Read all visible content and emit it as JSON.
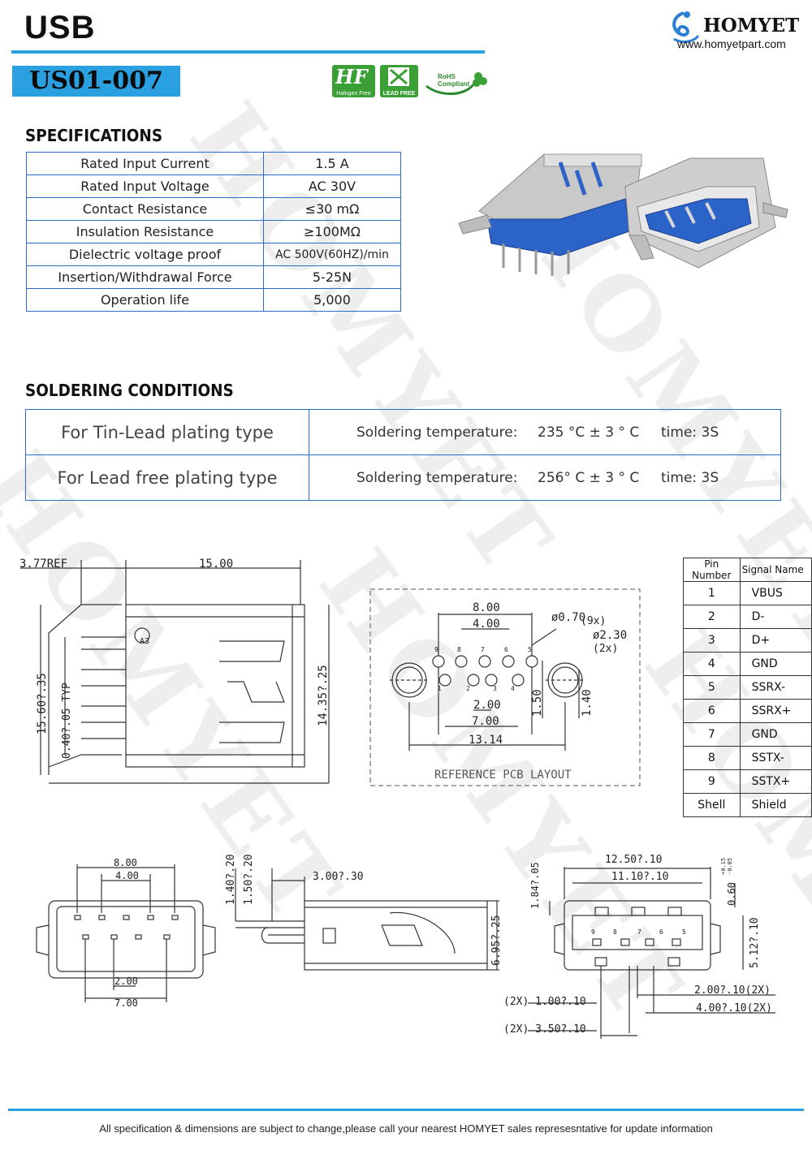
{
  "header": {
    "title": "USB",
    "model": "US01-007",
    "brand": "HOMYET",
    "website": "www.homyetpart.com",
    "cert_badges": {
      "halogen_free": "Halogen Free",
      "lead_free": "LEAD FREE",
      "rohs": "RoHS Compliant"
    },
    "watermark": "HOMYET"
  },
  "specifications": {
    "heading": "SPECIFICATIONS",
    "rows": [
      {
        "label": "Rated Input Current",
        "value": "1.5 A"
      },
      {
        "label": "Rated Input Voltage",
        "value": "AC  30V"
      },
      {
        "label": "Contact Resistance",
        "value": "≤30 mΩ"
      },
      {
        "label": "Insulation Resistance",
        "value": "≥100MΩ"
      },
      {
        "label": "Dielectric voltage proof",
        "value": "AC 500V(60HZ)/min"
      },
      {
        "label": "Insertion/Withdrawal Force",
        "value": "5-25N"
      },
      {
        "label": "Operation life",
        "value": "5,000"
      }
    ]
  },
  "soldering": {
    "heading": "SOLDERING  CONDITIONS",
    "rows": [
      {
        "type": "For Tin-Lead plating type",
        "label": "Soldering temperature:",
        "temp": "235 °C ± 3 ° C",
        "time": "time: 3S"
      },
      {
        "type": "For Lead free plating type",
        "label": "Soldering temperature:",
        "temp": "256° C ± 3 ° C",
        "time": "time: 3S"
      }
    ]
  },
  "pin_table": {
    "headers": [
      "Pin Number",
      "Signal Name"
    ],
    "rows": [
      {
        "pin": "1",
        "signal": "VBUS"
      },
      {
        "pin": "2",
        "signal": "D-"
      },
      {
        "pin": "3",
        "signal": "D+"
      },
      {
        "pin": "4",
        "signal": "GND"
      },
      {
        "pin": "5",
        "signal": "SSRX-"
      },
      {
        "pin": "6",
        "signal": "SSRX+"
      },
      {
        "pin": "7",
        "signal": "GND"
      },
      {
        "pin": "8",
        "signal": "SSTX-"
      },
      {
        "pin": "9",
        "signal": "SSTX+"
      },
      {
        "pin": "Shell",
        "signal": "Shield"
      }
    ]
  },
  "drawings": {
    "side_view": {
      "d1": "3.77REF",
      "d2": "15.00",
      "d3": "15.60?.35",
      "d4": "0.40?.05  TYP",
      "d5": "14.35?.25",
      "marker": "A3"
    },
    "pcb_layout": {
      "caption": "REFERENCE  PCB  LAYOUT",
      "d_800": "8.00",
      "d_400": "4.00",
      "d_hole": "ø0.70",
      "d_hole_n": "(9x)",
      "d_big": "ø2.30",
      "d_big_n": "(2x)",
      "d_200": "2.00",
      "d_700": "7.00",
      "d_150": "1.50",
      "d_140": "1.40",
      "d_1314": "13.14",
      "pins_top": [
        "9",
        "8",
        "7",
        "6",
        "5"
      ],
      "pins_bottom": [
        "1",
        "2",
        "3",
        "4"
      ]
    },
    "bottom_view": {
      "d_800": "8.00",
      "d_400": "4.00",
      "d_200": "2.00",
      "d_700": "7.00"
    },
    "profile_view": {
      "d1": "1.40?.20",
      "d2": "1.50?.20",
      "d3": "3.00?.30",
      "d4": "6.95?.25"
    },
    "front_view": {
      "d1": "12.50?.10",
      "d2": "11.10?.10",
      "d3": "1.84?.05",
      "d4": "0.60",
      "d4_tol_plus": "+0.15",
      "d4_tol_minus": "-0.05",
      "d5": "5.12?.10",
      "d6": "2.00?.10(2X)",
      "d7": "4.00?.10(2X)",
      "d8": "(2X) 1.00?.10",
      "d9": "(2X) 3.50?.10",
      "pins": [
        "9",
        "8",
        "7",
        "6",
        "5"
      ]
    }
  },
  "footer": {
    "note": "All specification & dimensions are subject to change,please call your nearest HOMYET sales represesntative for update information"
  },
  "colors": {
    "accent": "#2aa0e0",
    "table_border": "#2a6ac8",
    "connector_blue": "#2b63c9"
  }
}
